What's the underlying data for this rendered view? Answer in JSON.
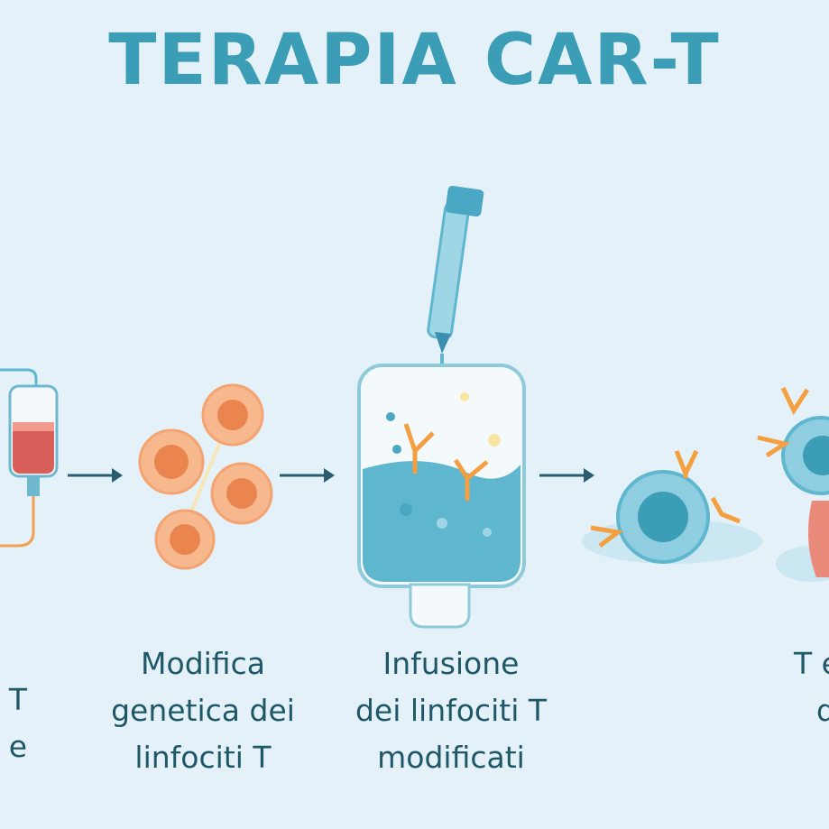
{
  "title": "TERAPIA CAR-T",
  "colors": {
    "background": "#e5f1f8",
    "title": "#3b9db6",
    "text": "#1e5868",
    "cell_orange": "#f4a472",
    "cell_blue": "#5fb6cf",
    "arrow": "#2a5e6e",
    "blood": "#d9605a"
  },
  "steps": [
    {
      "icon": "blood-collection-bag-icon",
      "lines": [
        "T",
        "e"
      ]
    },
    {
      "icon": "modified-t-cells-icon",
      "lines": [
        "Modifica",
        "genetica dei",
        "linfociti T"
      ]
    },
    {
      "icon": "infusion-bag-icon",
      "lines": [
        "Infusione",
        "dei linfociti T",
        "modificati"
      ]
    },
    {
      "icon": "car-t-cell-attack-icon",
      "lines": []
    },
    {
      "icon": "cancer-cell-destruction-icon",
      "lines": [
        "T e",
        "d"
      ]
    }
  ],
  "arrows": [
    "arrow-right-icon",
    "arrow-right-icon",
    "arrow-right-icon"
  ]
}
